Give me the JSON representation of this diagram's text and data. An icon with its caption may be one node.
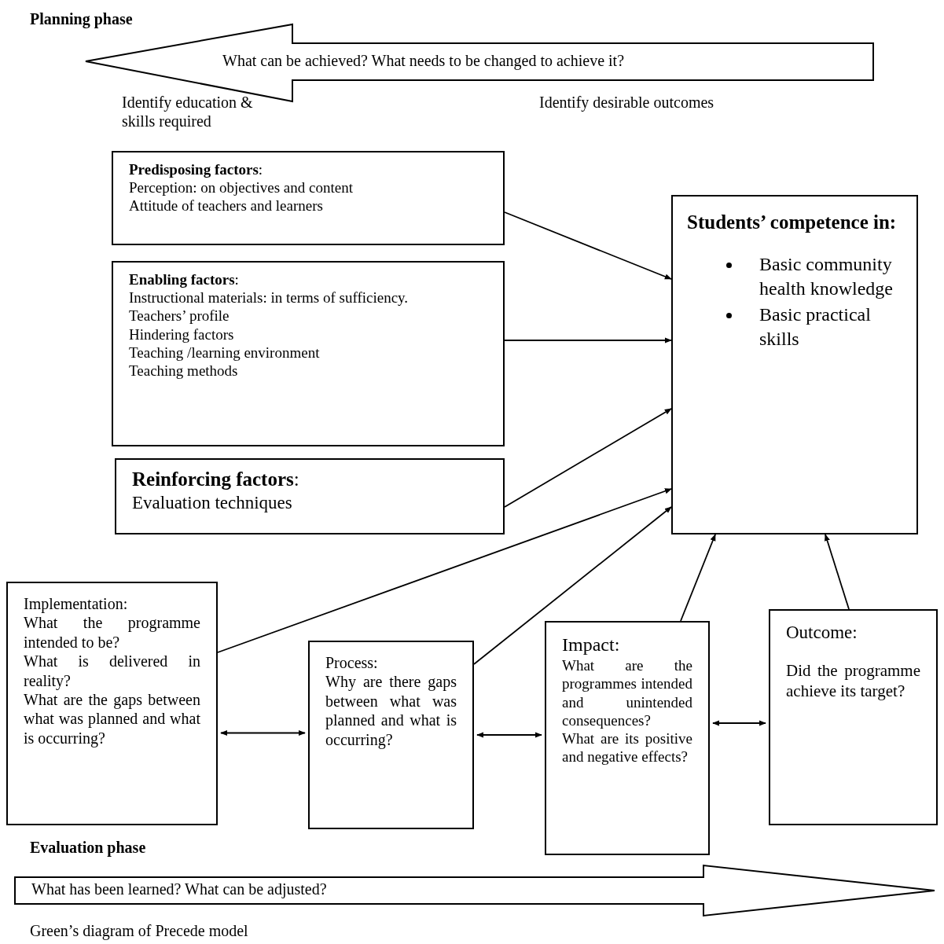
{
  "diagram": {
    "caption": "Green’s diagram of Precede model",
    "nodes": [
      {
        "text": [
          "What can be achieved? What needs to be changed to achieve it?"
        ]
      },
      {
        "text": [
          "**Predisposing factors**:",
          "Perception: on objectives and content",
          "Attitude of teachers and learners"
        ]
      },
      {
        "text": [
          "**Enabling factors**:",
          "Instructional materials: in terms of sufficiency.",
          "Teachers’ profile",
          "Hindering factors",
          "Teaching /learning environment",
          "Teaching methods"
        ]
      },
      {
        "text": [
          "**Reinforcing factors**:",
          "Evaluation techniques"
        ]
      },
      {
        "text": [
          "Students’ competence in:",
          "Basic community health knowledge",
          "Basic practical skills"
        ]
      },
      {
        "text": [
          "Implementation:",
          "What the programme intended to be?",
          "What is delivered in reality?",
          "What are the gaps between what was planned and what is occurring?"
        ]
      },
      {
        "text": [
          "Process:",
          "Why are there gaps between what was planned and what is occurring?"
        ]
      },
      {
        "text": [
          "Impact:",
          "What are the programmes intended and unintended consequences?",
          "What are its positive and negative effects?"
        ]
      },
      {
        "text": [
          "Outcome:",
          "Did the programme achieve its target?"
        ]
      },
      {
        "text": [
          "What has been learned? What can be adjusted?"
        ]
      }
    ],
    "edges": [
      {
        "from": 1,
        "to": 4,
        "arrow": "to"
      },
      {
        "from": 2,
        "to": 4,
        "arrow": "to"
      },
      {
        "from": 3,
        "to": 4,
        "arrow": "to"
      },
      {
        "from": 5,
        "to": 4,
        "arrow": "to"
      },
      {
        "from": 6,
        "to": 4,
        "arrow": "to"
      },
      {
        "from": 7,
        "to": 4,
        "arrow": "to"
      },
      {
        "from": 8,
        "to": 4,
        "arrow": "to"
      },
      {
        "from": 5,
        "to": 6,
        "arrow": "both"
      },
      {
        "from": 6,
        "to": 7,
        "arrow": "both"
      },
      {
        "from": 7,
        "to": 8,
        "arrow": "both"
      }
    ],
    "labels": [
      "Planning phase",
      "Identify education & skills required",
      "Identify desirable outcomes",
      "Evaluation phase"
    ]
  }
}
